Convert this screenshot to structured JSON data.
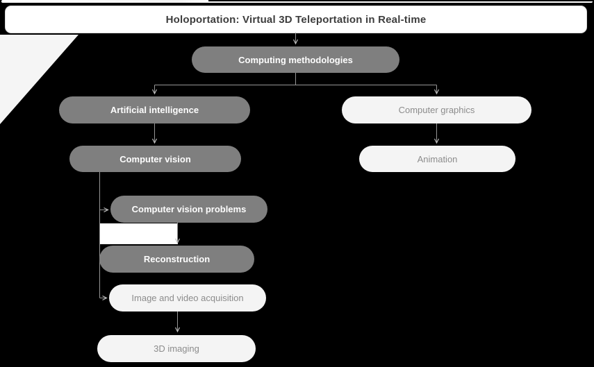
{
  "title": {
    "text": "Holoportation: Virtual 3D Teleportation in Real-time"
  },
  "nodes": [
    {
      "id": "computing-methodologies",
      "label": "Computing methodologies",
      "emphasis": "high"
    },
    {
      "id": "artificial-intelligence",
      "label": "Artificial intelligence",
      "emphasis": "high"
    },
    {
      "id": "computer-graphics",
      "label": "Computer graphics",
      "emphasis": "low"
    },
    {
      "id": "computer-vision",
      "label": "Computer vision",
      "emphasis": "high"
    },
    {
      "id": "animation",
      "label": "Animation",
      "emphasis": "low"
    },
    {
      "id": "computer-vision-problems",
      "label": "Computer vision problems",
      "emphasis": "high"
    },
    {
      "id": "reconstruction",
      "label": "Reconstruction",
      "emphasis": "high"
    },
    {
      "id": "image-and-video-acquisition",
      "label": "Image and video acquisition",
      "emphasis": "low"
    },
    {
      "id": "3d-imaging",
      "label": "3D imaging",
      "emphasis": "low"
    }
  ],
  "edges": [
    {
      "from": "title",
      "to": "computing-methodologies"
    },
    {
      "from": "computing-methodologies",
      "to": "artificial-intelligence"
    },
    {
      "from": "computing-methodologies",
      "to": "computer-graphics"
    },
    {
      "from": "artificial-intelligence",
      "to": "computer-vision"
    },
    {
      "from": "computer-graphics",
      "to": "animation"
    },
    {
      "from": "computer-vision",
      "to": "computer-vision-problems"
    },
    {
      "from": "computer-vision",
      "to": "image-and-video-acquisition"
    },
    {
      "from": "computer-vision-problems",
      "to": "reconstruction"
    },
    {
      "from": "image-and-video-acquisition",
      "to": "3d-imaging"
    }
  ],
  "colors": {
    "background": "#000000",
    "node_dark": "#7f7f7f",
    "node_dark_text": "#fdfdfd",
    "node_light": "#f4f4f4",
    "node_light_text": "#8c8c8c",
    "title_background": "#ffffff",
    "title_text": "#3d3d3d",
    "connector_line": "#969696",
    "arrowhead": "#c4c4c4"
  }
}
